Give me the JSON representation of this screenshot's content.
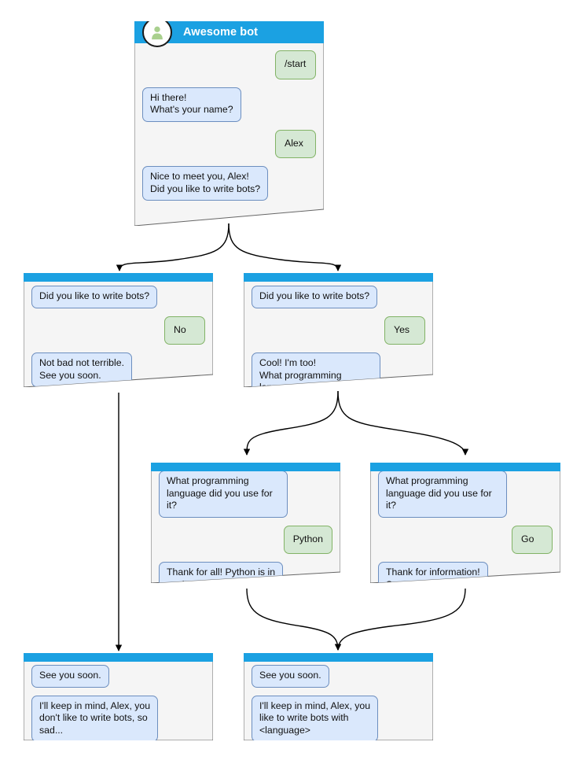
{
  "theme": {
    "titlebar_color": "#1ba1e2",
    "window_bg": "#f5f5f5",
    "window_border": "#666666",
    "bot_bubble_fill": "#dae8fc",
    "bot_bubble_border": "#6c8ebf",
    "user_bubble_fill": "#d5e8d4",
    "user_bubble_border": "#82b366",
    "edge_color": "#000000",
    "avatar_person_color": "#a9d08e"
  },
  "nodes": [
    {
      "id": "start",
      "name": "awesome-bot-start",
      "title": "Awesome bot",
      "avatar_icon": "person-avatar-icon",
      "messages": [
        {
          "side": "user",
          "text": "/start"
        },
        {
          "side": "bot",
          "text": "Hi there!\nWhat's your name?"
        },
        {
          "side": "user",
          "text": "Alex"
        },
        {
          "side": "bot",
          "text": "Nice to meet you, Alex!\nDid you like to write bots?"
        }
      ]
    },
    {
      "id": "no",
      "name": "answer-no",
      "messages": [
        {
          "side": "bot",
          "text": "Did you like to write bots?"
        },
        {
          "side": "user",
          "text": "No"
        },
        {
          "side": "bot",
          "text": "Not bad not terrible.\nSee you soon."
        }
      ]
    },
    {
      "id": "yes",
      "name": "answer-yes",
      "messages": [
        {
          "side": "bot",
          "text": "Did you like to write bots?"
        },
        {
          "side": "user",
          "text": "Yes"
        },
        {
          "side": "bot",
          "text": "Cool! I'm too!\nWhat programming\nlanguage did you use for it?"
        }
      ]
    },
    {
      "id": "python",
      "name": "answer-python",
      "messages": [
        {
          "side": "bot",
          "text": "What programming\nlanguage did you use for it?"
        },
        {
          "side": "user",
          "text": "Python"
        },
        {
          "side": "bot",
          "text": "Thank for all! Python is in\nmy hearth!\nSee you soon."
        }
      ]
    },
    {
      "id": "go",
      "name": "answer-go",
      "messages": [
        {
          "side": "bot",
          "text": "What programming\nlanguage did you use for it?"
        },
        {
          "side": "user",
          "text": "Go"
        },
        {
          "side": "bot",
          "text": "Thank for information!\nSee you soon."
        }
      ]
    },
    {
      "id": "end-no",
      "name": "ending-no",
      "messages": [
        {
          "side": "bot",
          "text": "See you soon."
        },
        {
          "side": "bot",
          "text": "I'll keep in mind, Alex, you\ndon't like to write bots, so\nsad..."
        }
      ]
    },
    {
      "id": "end-yes",
      "name": "ending-yes",
      "messages": [
        {
          "side": "bot",
          "text": "See you soon."
        },
        {
          "side": "bot",
          "text": "I'll keep in mind, Alex, you\nlike to write bots with\n<language>"
        }
      ]
    }
  ]
}
